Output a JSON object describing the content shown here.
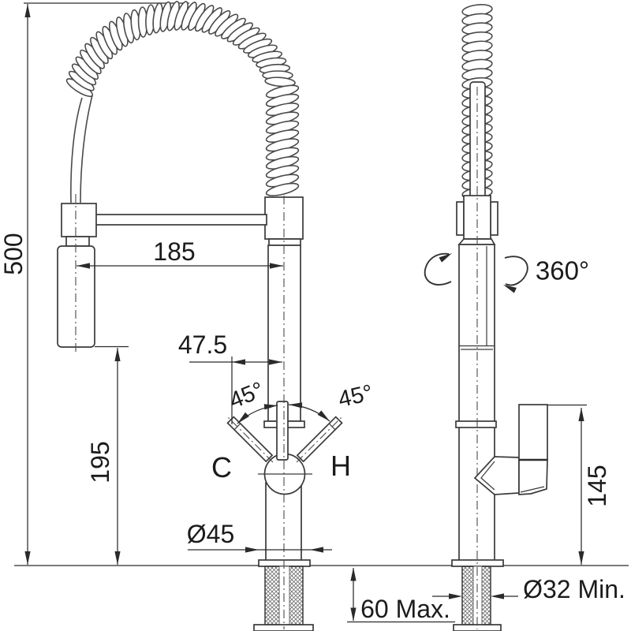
{
  "title": "Semi-pro spring kitchen tap dimension drawing",
  "colors": {
    "background": "#ffffff",
    "line": "#3a3a3a",
    "dimension": "#222222",
    "text": "#1b1b1b"
  },
  "views": {
    "front": "front-view",
    "side": "side-view"
  },
  "labels": {
    "total_height": "500",
    "spout_reach": "185",
    "lever_offset": "47.5",
    "under_spout_height": "195",
    "lever_angle_left": "45°",
    "lever_angle_right": "45°",
    "cold_indicator": "C",
    "hot_indicator": "H",
    "base_diameter": "Ø45",
    "swivel_range": "360°",
    "handle_height": "145",
    "hole_diameter": "Ø32 Min.",
    "deck_thickness": "60 Max."
  }
}
